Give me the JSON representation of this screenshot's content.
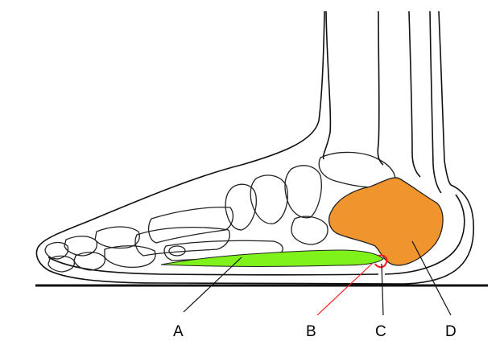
{
  "labels": {
    "a": "A",
    "b": "B",
    "c": "C",
    "d": "D"
  },
  "colors": {
    "outline": "#111111",
    "fascia": "#7ef21a",
    "heel_pad": "#f0952e",
    "leader_b": "#ff1a1a",
    "leader_default": "#111111"
  }
}
